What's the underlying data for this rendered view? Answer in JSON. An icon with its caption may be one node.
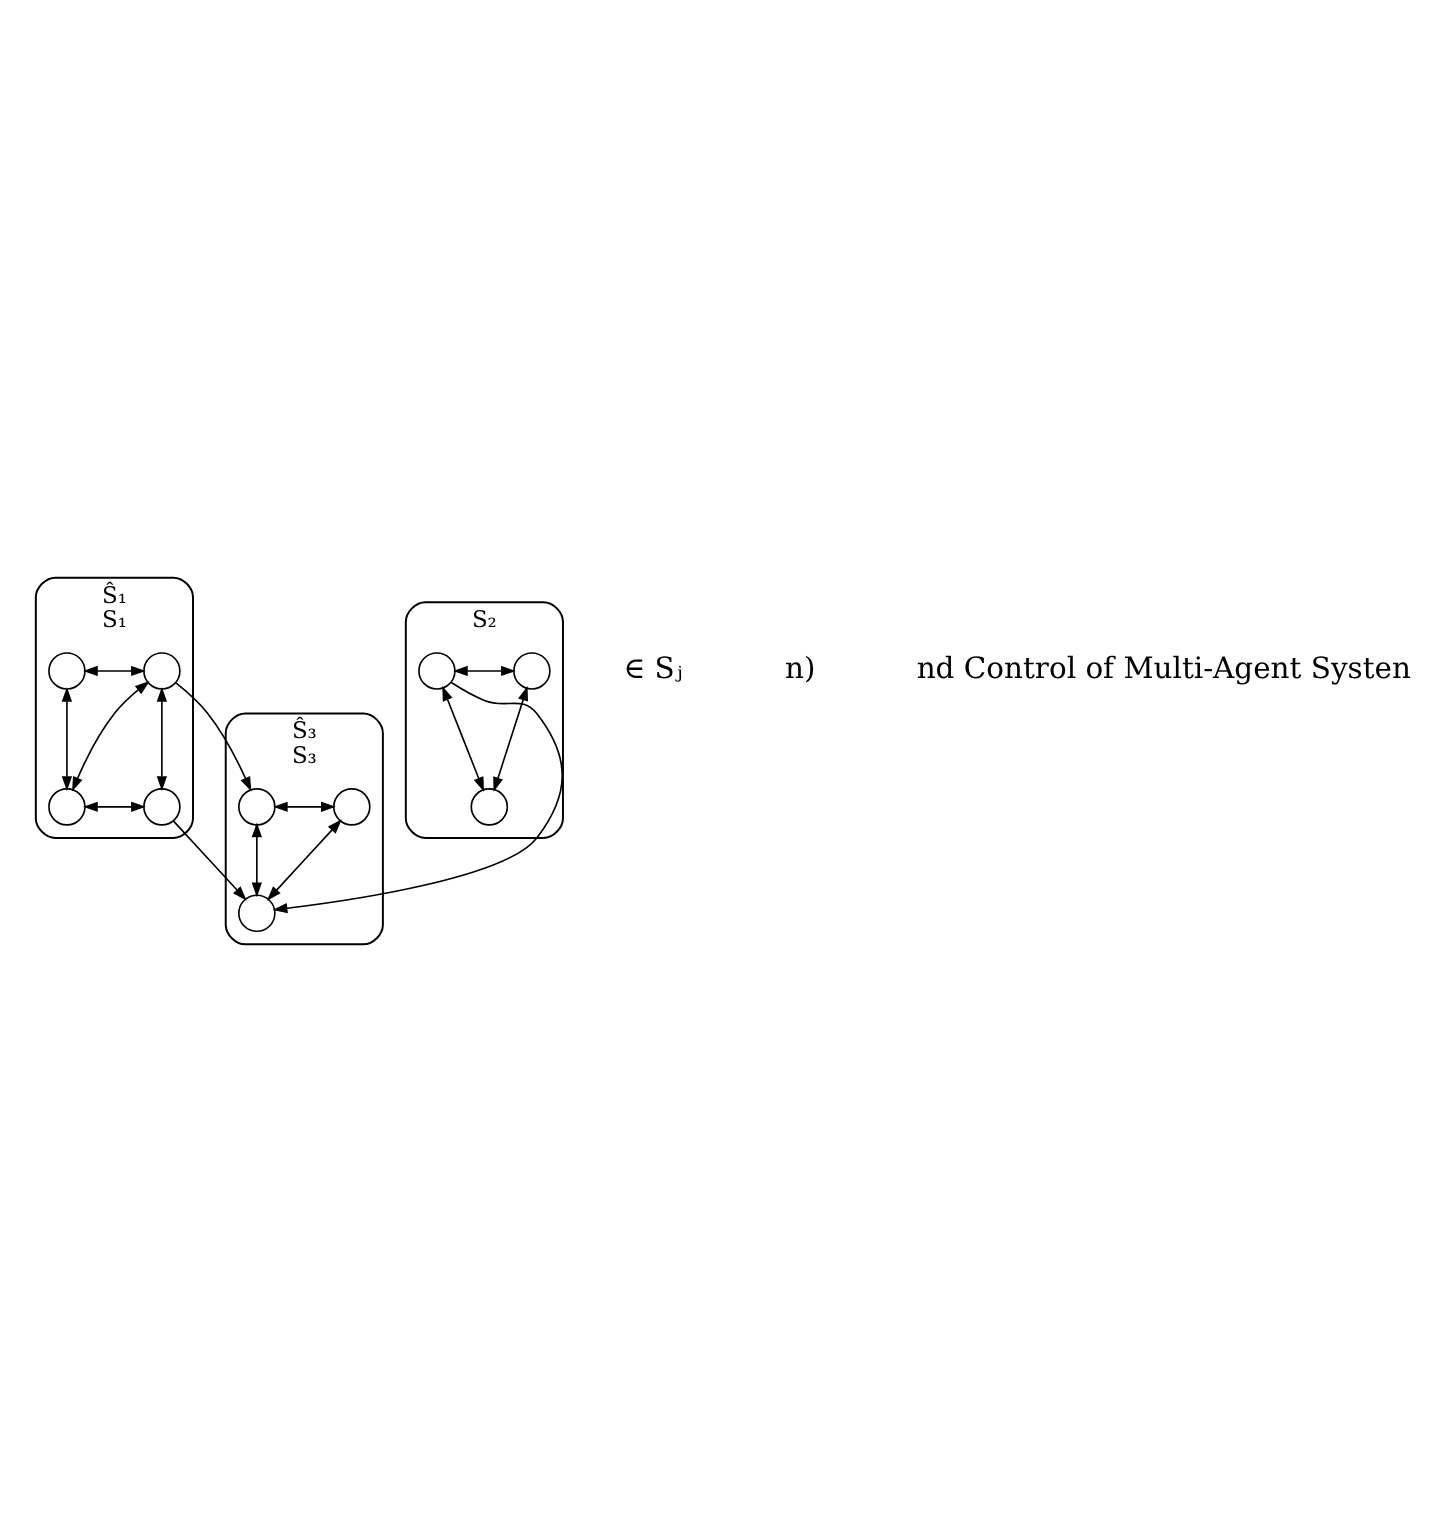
{
  "diagram": {
    "nodes": [
      {
        "text": [
          "Ŝ₁",
          "S₁"
        ]
      },
      {
        "text": [],
        "shape": "circle",
        "in": 0
      },
      {
        "text": [],
        "shape": "circle",
        "in": 0
      },
      {
        "text": [],
        "shape": "circle",
        "in": 0
      },
      {
        "text": [],
        "shape": "circle",
        "in": 0
      },
      {
        "text": [
          "Ŝ₃",
          "S₃"
        ]
      },
      {
        "text": [],
        "shape": "circle",
        "in": 5
      },
      {
        "text": [],
        "shape": "circle",
        "in": 5
      },
      {
        "text": [],
        "shape": "circle",
        "in": 5
      },
      {
        "text": [
          "S₂"
        ]
      },
      {
        "text": [],
        "shape": "circle",
        "in": 9
      },
      {
        "text": [],
        "shape": "circle",
        "in": 9
      },
      {
        "text": [],
        "shape": "circle",
        "in": 9
      }
    ],
    "edges": [
      {
        "from": 1,
        "to": 2,
        "arrow": "both"
      },
      {
        "from": 2,
        "to": 3,
        "arrow": "both"
      },
      {
        "from": 1,
        "to": 4,
        "arrow": "both"
      },
      {
        "from": 2,
        "to": 4,
        "arrow": "both"
      },
      {
        "from": 3,
        "to": 4,
        "arrow": "both"
      },
      {
        "from": 6,
        "to": 7,
        "arrow": "both"
      },
      {
        "from": 6,
        "to": 8,
        "arrow": "both"
      },
      {
        "from": 7,
        "to": 8,
        "arrow": "both"
      },
      {
        "from": 10,
        "to": 11,
        "arrow": "both"
      },
      {
        "from": 10,
        "to": 12,
        "arrow": "both"
      },
      {
        "from": 11,
        "to": 12,
        "arrow": "both"
      },
      {
        "from": 2,
        "to": 6,
        "arrow": "to"
      },
      {
        "from": 3,
        "to": 8,
        "arrow": "to"
      },
      {
        "from": 10,
        "to": 8,
        "arrow": "to"
      }
    ],
    "labels": [
      "∈ Sⱼ",
      "n)",
      "nd Control of Multi-Agent Systen"
    ]
  }
}
